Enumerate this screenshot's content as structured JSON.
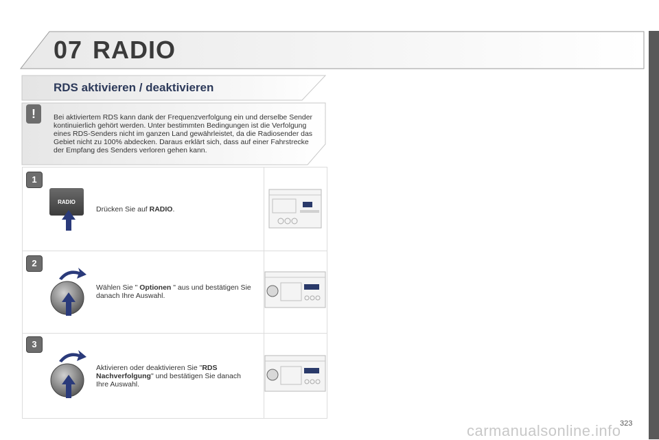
{
  "header": {
    "chapter_number": "07",
    "chapter_title": "RADIO"
  },
  "section": {
    "title": "RDS aktivieren / deaktivieren"
  },
  "note": {
    "badge": "!",
    "text": "Bei aktiviertem RDS kann dank der Frequenzverfolgung ein und derselbe Sender kontinuierlich gehört werden. Unter bestimmten Bedingungen ist die Verfolgung eines RDS-Senders nicht im ganzen Land gewährleistet, da die Radiosender das Gebiet nicht zu 100% abdecken. Daraus erklärt sich, dass auf einer Fahrstrecke der Empfang des Senders verloren gehen kann."
  },
  "steps": [
    {
      "number": "1",
      "button_label": "RADIO",
      "text_pre": "Drücken Sie auf ",
      "text_bold": "RADIO",
      "text_post": ".",
      "icon": "radio-button-icon"
    },
    {
      "number": "2",
      "text_pre": "Wählen Sie \" ",
      "text_bold": "Optionen",
      "text_post": " \" aus und bestätigen Sie danach Ihre Auswahl.",
      "icon": "rotary-knob-icon"
    },
    {
      "number": "3",
      "text_pre": "Aktivieren oder deaktivieren Sie \"",
      "text_bold": "RDS Nachverfolgung",
      "text_post": "\" und bestätigen Sie danach Ihre Auswahl.",
      "icon": "rotary-knob-icon"
    }
  ],
  "footer": {
    "page_number": "323",
    "watermark": "carmanualsonline.info"
  }
}
